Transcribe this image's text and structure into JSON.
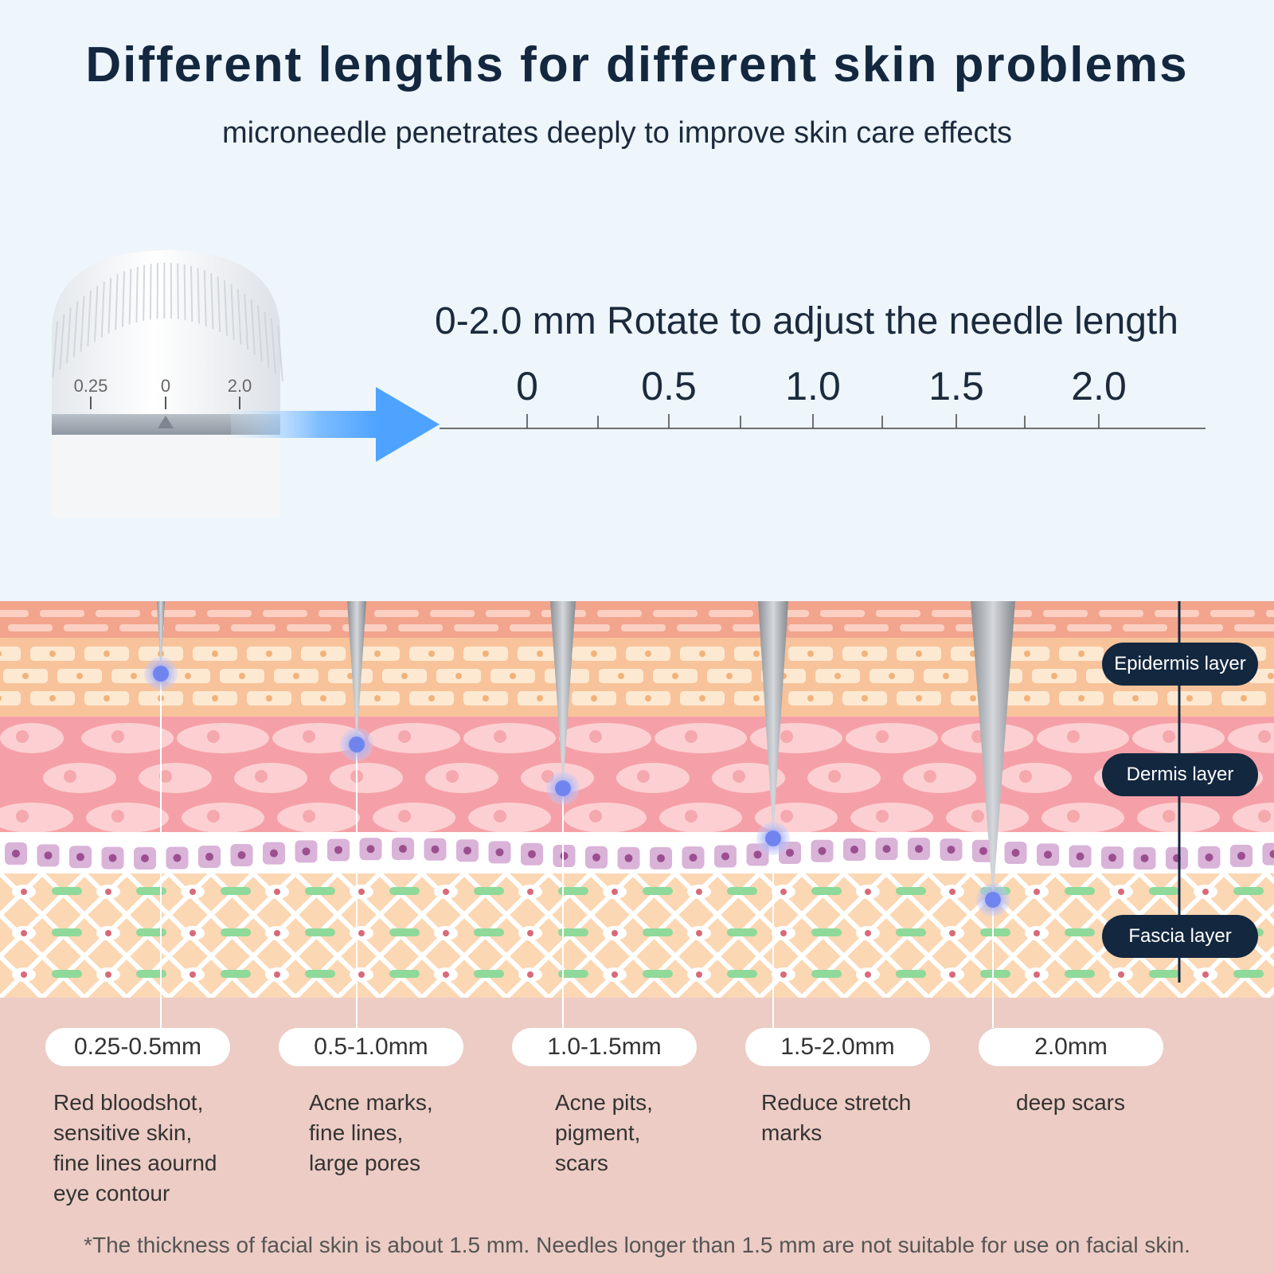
{
  "header": {
    "title": "Different lengths for different skin problems",
    "subtitle": "microneedle penetrates deeply to improve skin care effects"
  },
  "ruler": {
    "title": "0-2.0 mm Rotate to adjust the needle length",
    "ticks": [
      "0",
      "0.5",
      "1.0",
      "1.5",
      "2.0"
    ]
  },
  "dial": {
    "labels": [
      "0.25",
      "0",
      "2.0"
    ]
  },
  "layers": [
    "Epidermis layer",
    "Dermis layer",
    "Fascia layer"
  ],
  "ranges": [
    {
      "length": "0.25-0.5mm",
      "desc": "Red bloodshot,\nsensitive skin,\nfine lines aournd\neye contour"
    },
    {
      "length": "0.5-1.0mm",
      "desc": "Acne marks,\nfine lines,\nlarge pores"
    },
    {
      "length": "1.0-1.5mm",
      "desc": "Acne pits,\npigment,\nscars"
    },
    {
      "length": "1.5-2.0mm",
      "desc": "Reduce stretch\nmarks"
    },
    {
      "length": "2.0mm",
      "desc": "deep scars"
    }
  ],
  "footnote": "*The thickness of facial skin is about 1.5 mm. Needles longer than 1.5 mm are not suitable for use on facial skin.",
  "colors": {
    "navy": "#13273f",
    "arrow": "#4da3ff",
    "epidermis": "#f8c39a",
    "dermis": "#f5a0a8",
    "fascia": "#fbd7b4",
    "bottom_panel": "#ecccc4",
    "needle_dot": "#7b8ff0"
  }
}
